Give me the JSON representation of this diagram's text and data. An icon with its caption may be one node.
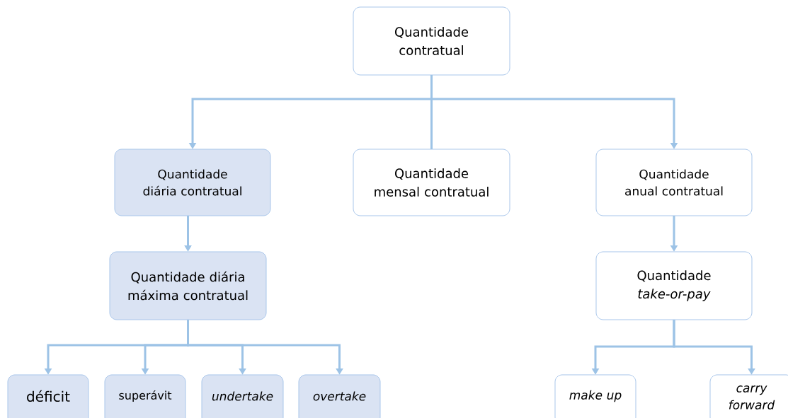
{
  "diagram": {
    "nodes": [
      {
        "text": [
          "Quantidade contratual"
        ]
      },
      {
        "text": [
          "Quantidade diária contratual"
        ]
      },
      {
        "text": [
          "Quantidade mensal contratual"
        ]
      },
      {
        "text": [
          "Quantidade anual contratual"
        ]
      },
      {
        "text": [
          "Quantidade diária máxima contratual"
        ]
      },
      {
        "text": [
          "Quantidade *take-or-pay*"
        ]
      },
      {
        "text": [
          "déficit"
        ]
      },
      {
        "text": [
          "superávit"
        ]
      },
      {
        "text": [
          "undertake"
        ]
      },
      {
        "text": [
          "overtake"
        ]
      },
      {
        "text": [
          "make up"
        ]
      },
      {
        "text": [
          "carry forward"
        ]
      }
    ],
    "edges": [
      {
        "from": 0,
        "to": 1,
        "arrow": "to"
      },
      {
        "from": 0,
        "to": 2,
        "arrow": "none"
      },
      {
        "from": 0,
        "to": 3,
        "arrow": "to"
      },
      {
        "from": 1,
        "to": 4,
        "arrow": "to"
      },
      {
        "from": 3,
        "to": 5,
        "arrow": "to"
      },
      {
        "from": 4,
        "to": 6,
        "arrow": "to"
      },
      {
        "from": 4,
        "to": 7,
        "arrow": "to"
      },
      {
        "from": 4,
        "to": 8,
        "arrow": "to"
      },
      {
        "from": 4,
        "to": 9,
        "arrow": "to"
      },
      {
        "from": 5,
        "to": 10,
        "arrow": "to"
      },
      {
        "from": 5,
        "to": 11,
        "arrow": "to"
      }
    ]
  }
}
